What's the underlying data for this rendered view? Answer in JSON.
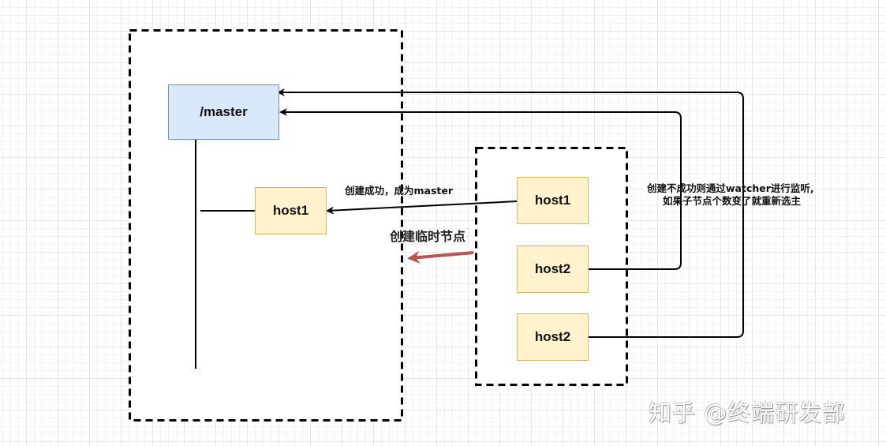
{
  "diagram": {
    "title_nodes": {
      "master": "/master",
      "left_host": "host1"
    },
    "right_group": {
      "hosts": [
        "host1",
        "host2",
        "host2"
      ]
    },
    "edge_labels": {
      "success": "创建成功，成为master",
      "create_ephemeral": "创建临时节点",
      "watch_line1": "创建不成功则通过watcher进行监听,",
      "watch_line2": "如果子节点个数变了就重新选主"
    },
    "colors": {
      "master_fill": "#dae8fc",
      "master_stroke": "#6c8ebf",
      "host_fill": "#fff2cc",
      "host_stroke": "#d6b656",
      "create_arrow": "#b85450",
      "line": "#000000"
    }
  },
  "watermark": "知乎 @终端研发部"
}
